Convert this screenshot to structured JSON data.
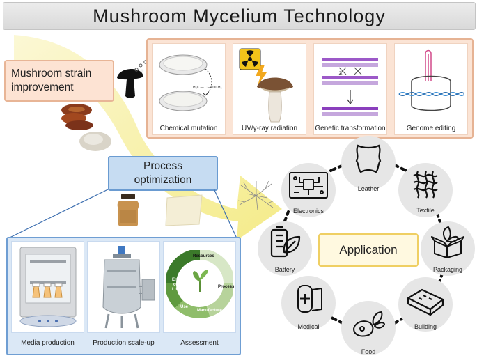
{
  "title": "Mushroom Mycelium Technology",
  "strain": {
    "line1": "Mushroom strain",
    "line2": "improvement",
    "panels": [
      {
        "label": "Chemical mutation",
        "formula": "H₃C — C — OCH₃"
      },
      {
        "label": "UV/γ-ray radiation"
      },
      {
        "label": "Genetic transformation",
        "mark": "X"
      },
      {
        "label": "Genome editing"
      }
    ]
  },
  "process": {
    "line1": "Process",
    "line2": "optimization",
    "panels": [
      {
        "label": "Media production"
      },
      {
        "label": "Production scale-up"
      },
      {
        "label": "Assessment"
      }
    ],
    "cycle": {
      "resources": "Resources",
      "process": "Process",
      "manufacture": "Manufacture",
      "use": "Use",
      "eol_1": "End",
      "eol_2": "of",
      "eol_3": "Life"
    }
  },
  "application": {
    "label": "Application",
    "items": [
      "Leather",
      "Textile",
      "Packaging",
      "Building",
      "Food",
      "Medical",
      "Battery",
      "Electronics"
    ]
  },
  "colors": {
    "strain_fill": "#fbe4d5",
    "strain_border": "#e6b394",
    "process_fill": "#dbe8f6",
    "process_border": "#6f9ed3",
    "arrow_yellow": "#f5ee9a",
    "app_border": "#efcf63"
  }
}
